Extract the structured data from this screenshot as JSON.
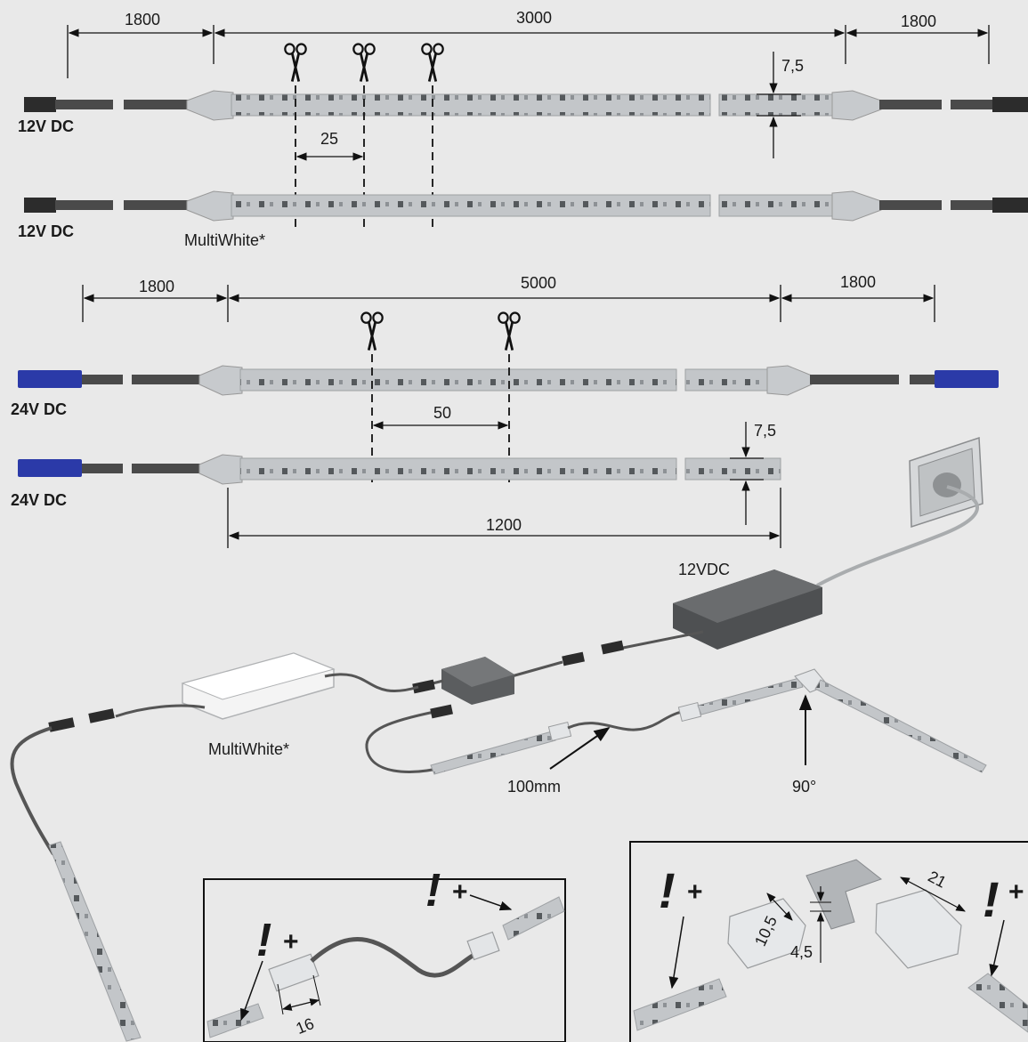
{
  "dimensions": {
    "s1_left": "1800",
    "s1_mid": "3000",
    "s1_right": "1800",
    "s1_height": "7,5",
    "s1_cut": "25",
    "s2_left": "1800",
    "s2_mid": "5000",
    "s2_right": "1800",
    "s2_cut": "50",
    "s2_height": "7,5",
    "s2_short": "1200"
  },
  "labels": {
    "v12_a": "12V DC",
    "v12_b": "12V DC",
    "v24_a": "24V DC",
    "v24_b": "24V DC",
    "multiwhite_top": "MultiWhite*",
    "multiwhite_driver": "MultiWhite*",
    "power_supply": "12VDC",
    "cable_length": "100mm",
    "corner_angle": "90°"
  },
  "details": {
    "left_plus": "+",
    "left_plus2": "+",
    "left_width": "16",
    "right_plus": "+",
    "right_plus2": "+",
    "right_w1": "10,5",
    "right_gap": "4,5",
    "right_w2": "21"
  },
  "icons": [
    "scissors-icon",
    "warning-exclamation-icon"
  ],
  "colors": {
    "background": "#e9e9e9",
    "strip": "#b9bcbf",
    "cable": "#4a4a4a",
    "connector_24v": "#2b3aa8"
  }
}
